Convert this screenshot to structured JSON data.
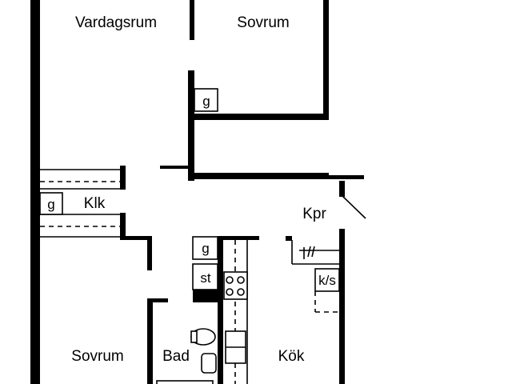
{
  "rooms": {
    "vardagsrum": "Vardagsrum",
    "sovrum_top": "Sovrum",
    "klk": "Klk",
    "kpr": "Kpr",
    "sovrum_bottom": "Sovrum",
    "bad": "Bad",
    "kok": "Kök"
  },
  "fixtures": {
    "g_sovrum": "g",
    "g_klk": "g",
    "g_closet": "g",
    "st_closet": "st",
    "ks_kitchen": "k/s"
  }
}
